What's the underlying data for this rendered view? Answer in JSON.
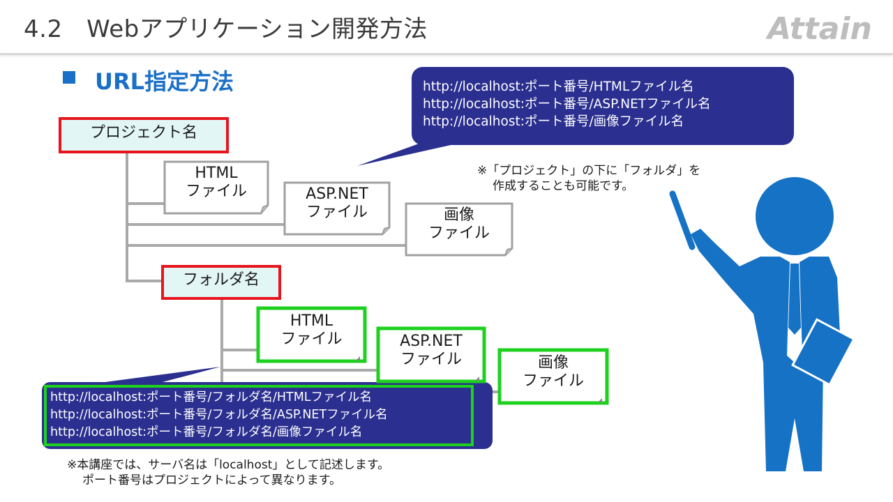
{
  "header": {
    "title": "4.2　Webアプリケーション開発方法",
    "logo_text": "Attain"
  },
  "section": {
    "heading": "URL指定方法"
  },
  "tree": {
    "project_box": "プロジェクト名",
    "folder_box": "フォルダ名",
    "project_files": [
      {
        "line1": "HTML",
        "line2": "ファイル"
      },
      {
        "line1": "ASP.NET",
        "line2": "ファイル"
      },
      {
        "line1": "画像",
        "line2": "ファイル"
      }
    ],
    "folder_files": [
      {
        "line1": "HTML",
        "line2": "ファイル"
      },
      {
        "line1": "ASP.NET",
        "line2": "ファイル"
      },
      {
        "line1": "画像",
        "line2": "ファイル"
      }
    ]
  },
  "callout_top": {
    "lines": [
      "http://localhost:ポート番号/HTMLファイル名",
      "http://localhost:ポート番号/ASP.NETファイル名",
      "http://localhost:ポート番号/画像ファイル名"
    ]
  },
  "callout_bottom": {
    "lines": [
      "http://localhost:ポート番号/フォルダ名/HTMLファイル名",
      "http://localhost:ポート番号/フォルダ名/ASP.NETファイル名",
      "http://localhost:ポート番号/フォルダ名/画像ファイル名"
    ]
  },
  "note_right": {
    "line1": "※「プロジェクト」の下に「フォルダ」を",
    "line2": "作成することも可能です。"
  },
  "note_bottom": {
    "line1": "※本講座では、サーバ名は「localhost」として記述します。",
    "line2": "ポート番号はプロジェクトによって異なります。"
  },
  "colors": {
    "accent_blue": "#1a6fc7",
    "callout_navy": "#2b2f8f",
    "project_border": "#e8141c",
    "folder_file_border": "#1ed11e",
    "box_fill_cyan": "#e3f6f6",
    "tree_line": "#a9a9a9",
    "presenter": "#1572c4"
  }
}
